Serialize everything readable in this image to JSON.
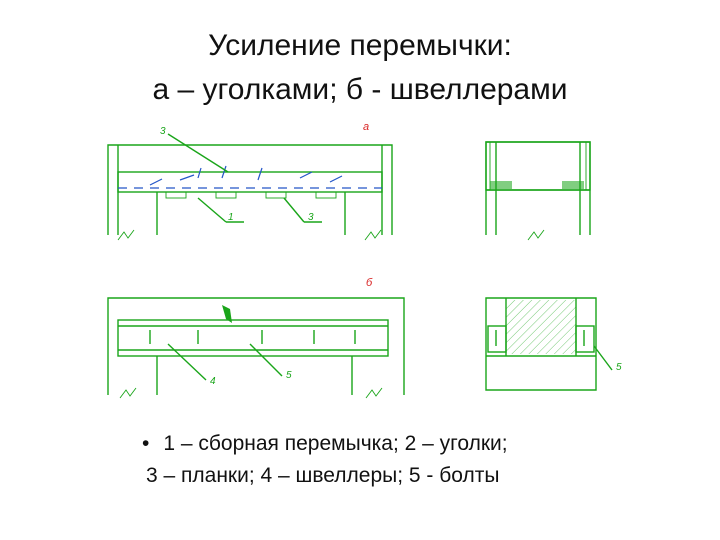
{
  "slide": {
    "title_line1": "Усиление перемычки:",
    "title_line2": "а – уголками; б - швеллерами",
    "caption_bullet": "•",
    "caption_line1": "1 – сборная перемычка; 2 – уголки;",
    "caption_line2": "3 – планки; 4 – швеллеры; 5 - болты"
  },
  "drawing": {
    "label_a": "а",
    "label_b": "б",
    "callouts_a": {
      "top": "3",
      "bottom_left": "1",
      "bottom_right": "3"
    },
    "callouts_b": {
      "left": "4",
      "right": "5",
      "section_right": "5"
    }
  },
  "colors": {
    "lines": "#1aa51a",
    "dashes": "#2456c8",
    "section_letters": "#d82222"
  }
}
